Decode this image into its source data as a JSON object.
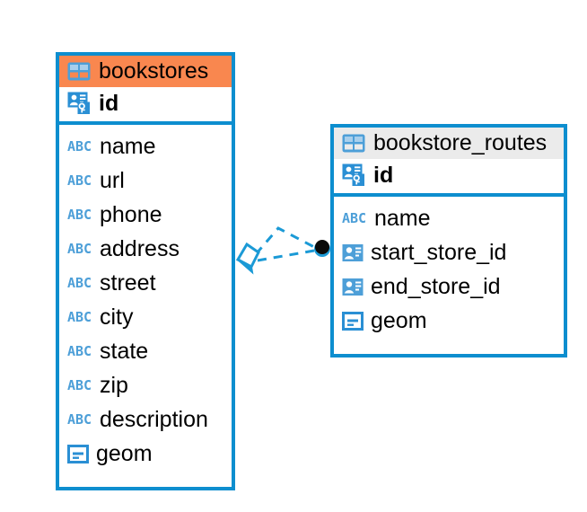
{
  "diagram": {
    "type": "entity-relationship-diagram",
    "background": "#ffffff",
    "accent_border": "#0d8ecf",
    "highlight_header": "#f9874f",
    "neutral_header": "#ebebeb"
  },
  "tables": [
    {
      "name": "bookstores",
      "header_style": "orange",
      "primary_key": {
        "label": "id",
        "icon": "primary-key-icon"
      },
      "fields": [
        {
          "label": "name",
          "icon": "abc-icon"
        },
        {
          "label": "url",
          "icon": "abc-icon"
        },
        {
          "label": "phone",
          "icon": "abc-icon"
        },
        {
          "label": "address",
          "icon": "abc-icon"
        },
        {
          "label": "street",
          "icon": "abc-icon"
        },
        {
          "label": "city",
          "icon": "abc-icon"
        },
        {
          "label": "state",
          "icon": "abc-icon"
        },
        {
          "label": "zip",
          "icon": "abc-icon"
        },
        {
          "label": "description",
          "icon": "abc-icon"
        },
        {
          "label": "geom",
          "icon": "geometry-icon"
        }
      ]
    },
    {
      "name": "bookstore_routes",
      "header_style": "grey",
      "primary_key": {
        "label": "id",
        "icon": "primary-key-icon"
      },
      "fields": [
        {
          "label": "name",
          "icon": "abc-icon"
        },
        {
          "label": "start_store_id",
          "icon": "foreign-key-icon"
        },
        {
          "label": "end_store_id",
          "icon": "foreign-key-icon"
        },
        {
          "label": "geom",
          "icon": "geometry-icon"
        }
      ]
    }
  ],
  "relationships": {
    "line_color": "#1b9ad6",
    "dash": "10 8",
    "source_marker": "diamond-outline",
    "target_marker": "filled-circle",
    "target_marker_color": "#0a0a0a",
    "connections": 2
  },
  "icon_glyphs": {
    "table-icon": "grid-2x2",
    "primary-key-icon": "person-card-with-key",
    "foreign-key-icon": "person-card",
    "abc-icon": "ABC",
    "geometry-icon": "rectangle-with-line"
  }
}
